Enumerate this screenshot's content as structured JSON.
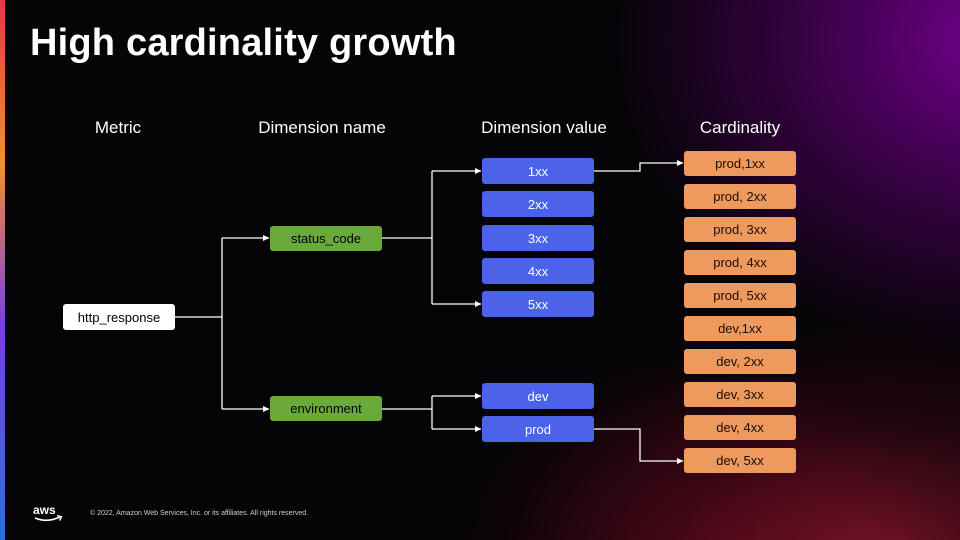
{
  "title": "High cardinality growth",
  "columns": {
    "metric": "Metric",
    "dimension_name": "Dimension name",
    "dimension_value": "Dimension value",
    "cardinality": "Cardinality"
  },
  "metric": "http_response",
  "dimension_names": [
    "status_code",
    "environment"
  ],
  "status_code_values": [
    "1xx",
    "2xx",
    "3xx",
    "4xx",
    "5xx"
  ],
  "environment_values": [
    "dev",
    "prod"
  ],
  "cardinality_values": [
    "prod,1xx",
    "prod, 2xx",
    "prod, 3xx",
    "prod, 4xx",
    "prod, 5xx",
    "dev,1xx",
    "dev, 2xx",
    "dev, 3xx",
    "dev, 4xx",
    "dev, 5xx"
  ],
  "colors": {
    "metric_box": "#ffffff",
    "dimension_name_box": "#6aaa3a",
    "dimension_value_box": "#4a63e8",
    "cardinality_box": "#ee9a5e",
    "connector": "#ffffff"
  },
  "footer": {
    "logo": "aws",
    "copyright": "© 2022, Amazon Web Services, Inc. or its affiliates. All rights reserved."
  }
}
